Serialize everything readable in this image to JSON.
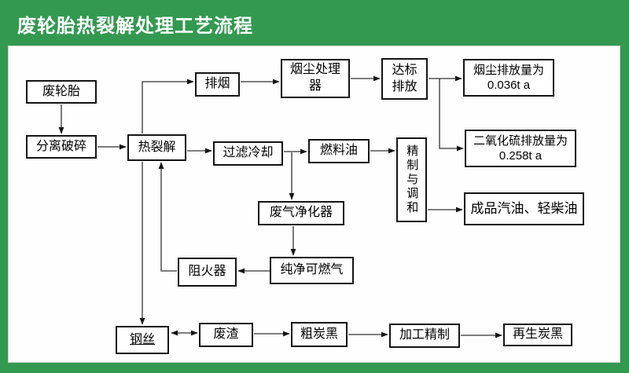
{
  "title": "废轮胎热裂解处理工艺流程",
  "colors": {
    "background_green": "#339950",
    "panel_white": "#fdfefd",
    "box_border": "#141414",
    "arrow": "#333333",
    "title_text": "#ffffff"
  },
  "diagram": {
    "nodes": [
      {
        "id": "waste-tire",
        "lines": [
          "废轮胎"
        ]
      },
      {
        "id": "separate-crush",
        "lines": [
          "分离破碎"
        ]
      },
      {
        "id": "pyrolysis",
        "lines": [
          "热裂解"
        ]
      },
      {
        "id": "smoke-exhaust",
        "lines": [
          "排烟"
        ]
      },
      {
        "id": "dust-processor",
        "lines": [
          "烟尘处理",
          "器"
        ]
      },
      {
        "id": "standard-discharge",
        "lines": [
          "达标",
          "排放"
        ]
      },
      {
        "id": "dust-emission",
        "lines": [
          "烟尘排放量为",
          "0.036t a"
        ]
      },
      {
        "id": "so2-emission",
        "lines": [
          "二氧化硫排放量为",
          "0.258t a"
        ]
      },
      {
        "id": "filter-cooling",
        "lines": [
          "过滤冷却"
        ]
      },
      {
        "id": "fuel-oil",
        "lines": [
          "燃料油"
        ]
      },
      {
        "id": "refine-blend",
        "lines": [
          "精制与调和"
        ]
      },
      {
        "id": "finished-oil",
        "lines": [
          "成品汽油、轻柴油"
        ]
      },
      {
        "id": "gas-purifier",
        "lines": [
          "废气净化器"
        ]
      },
      {
        "id": "pure-gas",
        "lines": [
          "纯净可燃气"
        ]
      },
      {
        "id": "flame-arrester",
        "lines": [
          "阻火器"
        ]
      },
      {
        "id": "steel-wire",
        "lines": [
          "钢丝"
        ]
      },
      {
        "id": "waste-residue",
        "lines": [
          "废渣"
        ]
      },
      {
        "id": "crude-carbon-black",
        "lines": [
          "粗炭黑"
        ]
      },
      {
        "id": "process-refine",
        "lines": [
          "加工精制"
        ]
      },
      {
        "id": "regen-carbon-black",
        "lines": [
          "再生炭黑"
        ]
      }
    ],
    "edges": [
      {
        "from": "waste-tire",
        "to": "separate-crush",
        "bidirectional": false
      },
      {
        "from": "separate-crush",
        "to": "pyrolysis",
        "bidirectional": false
      },
      {
        "from": "pyrolysis",
        "to": "smoke-exhaust",
        "bidirectional": false
      },
      {
        "from": "smoke-exhaust",
        "to": "dust-processor",
        "bidirectional": false
      },
      {
        "from": "dust-processor",
        "to": "standard-discharge",
        "bidirectional": false
      },
      {
        "from": "standard-discharge",
        "to": "dust-emission",
        "bidirectional": false
      },
      {
        "from": "standard-discharge",
        "to": "so2-emission",
        "bidirectional": false
      },
      {
        "from": "pyrolysis",
        "to": "filter-cooling",
        "bidirectional": false
      },
      {
        "from": "filter-cooling",
        "to": "fuel-oil",
        "bidirectional": false
      },
      {
        "from": "filter-cooling",
        "to": "gas-purifier",
        "bidirectional": false
      },
      {
        "from": "fuel-oil",
        "to": "refine-blend",
        "bidirectional": false
      },
      {
        "from": "refine-blend",
        "to": "finished-oil",
        "bidirectional": false
      },
      {
        "from": "gas-purifier",
        "to": "pure-gas",
        "bidirectional": false
      },
      {
        "from": "pure-gas",
        "to": "flame-arrester",
        "bidirectional": false
      },
      {
        "from": "flame-arrester",
        "to": "pyrolysis",
        "bidirectional": false
      },
      {
        "from": "pyrolysis",
        "to": "steel-wire",
        "bidirectional": false
      },
      {
        "from": "steel-wire",
        "to": "waste-residue",
        "bidirectional": true
      },
      {
        "from": "waste-residue",
        "to": "crude-carbon-black",
        "bidirectional": false
      },
      {
        "from": "crude-carbon-black",
        "to": "process-refine",
        "bidirectional": false
      },
      {
        "from": "process-refine",
        "to": "regen-carbon-black",
        "bidirectional": false
      }
    ]
  }
}
